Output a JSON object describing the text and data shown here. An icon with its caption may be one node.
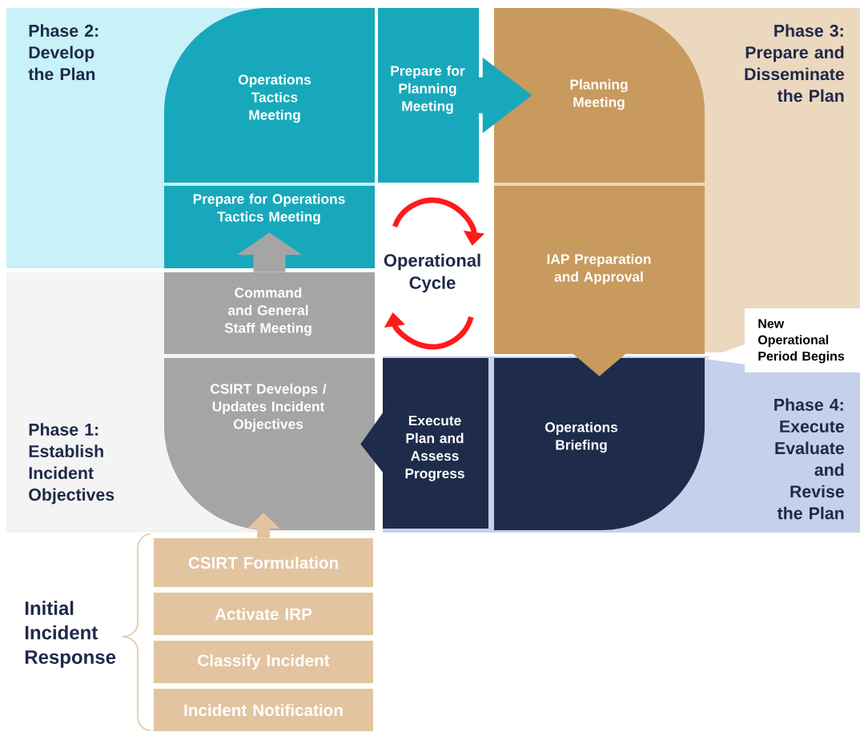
{
  "diagram": {
    "nodes": [
      {
        "text": [
          "Phase 2: Develop the Plan"
        ]
      },
      {
        "text": [
          "Operations Tactics Meeting"
        ],
        "in": 0
      },
      {
        "text": [
          "Prepare for Planning Meeting"
        ]
      },
      {
        "text": [
          "Phase 3: Prepare and Disseminate the Plan"
        ]
      },
      {
        "text": [
          "Planning Meeting"
        ],
        "in": 3
      },
      {
        "text": [
          "Prepare for Operations Tactics Meeting"
        ],
        "in": 0
      },
      {
        "text": [
          "IAP Preparation and Approval"
        ],
        "in": 3
      },
      {
        "text": [
          "New Operational Period Begins"
        ]
      },
      {
        "text": [
          "Phase 1: Establish Incident Objectives"
        ]
      },
      {
        "text": [
          "Command and General Staff Meeting"
        ],
        "in": 8
      },
      {
        "text": [
          "CSIRT Develops / Updates Incident Objectives"
        ],
        "in": 8
      },
      {
        "text": [
          "Phase 4: Execute Evaluate and Revise the Plan"
        ]
      },
      {
        "text": [
          "Execute Plan and Assess Progress"
        ],
        "in": 11
      },
      {
        "text": [
          "Operations Briefing"
        ],
        "in": 11
      },
      {
        "text": [
          "CSIRT Formulation"
        ]
      },
      {
        "text": [
          "Activate IRP"
        ]
      },
      {
        "text": [
          "Classify Incident"
        ]
      },
      {
        "text": [
          "Incident Notification"
        ]
      }
    ],
    "edges": [
      {
        "from": 2,
        "to": 4,
        "arrow": "to",
        "color": "#17a9bb"
      },
      {
        "from": 9,
        "to": 5,
        "arrow": "to",
        "color": "#a5a5a5"
      },
      {
        "from": 6,
        "to": 13,
        "arrow": "to",
        "color": "#c89a5e"
      },
      {
        "from": 12,
        "to": 10,
        "arrow": "to",
        "color": "#1e2b4b"
      },
      {
        "from": 14,
        "to": 10,
        "arrow": "to",
        "color": "#e3c4a0"
      }
    ],
    "labels": [
      "Operational Cycle",
      "Initial Incident Response"
    ]
  }
}
